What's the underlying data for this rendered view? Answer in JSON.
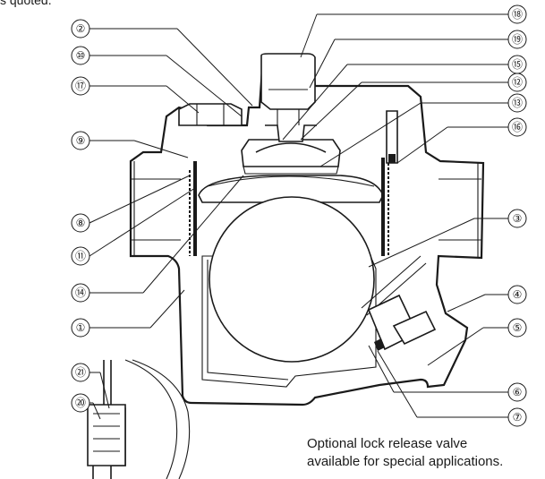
{
  "header_fragment": "s quoted.",
  "note_lines": [
    "Optional lock release valve",
    "available for special applications."
  ],
  "callouts": [
    {
      "label": "②"
    },
    {
      "label": "⑩"
    },
    {
      "label": "⑰"
    },
    {
      "label": "⑨"
    },
    {
      "label": "⑧"
    },
    {
      "label": "⑪"
    },
    {
      "label": "⑭"
    },
    {
      "label": "①"
    },
    {
      "label": "㉑"
    },
    {
      "label": "⑳"
    },
    {
      "label": "⑱"
    },
    {
      "label": "⑲"
    },
    {
      "label": "⑮"
    },
    {
      "label": "⑫"
    },
    {
      "label": "⑬"
    },
    {
      "label": "⑯"
    },
    {
      "label": "③"
    },
    {
      "label": "④"
    },
    {
      "label": "⑤"
    },
    {
      "label": "⑥"
    },
    {
      "label": "⑦"
    }
  ]
}
